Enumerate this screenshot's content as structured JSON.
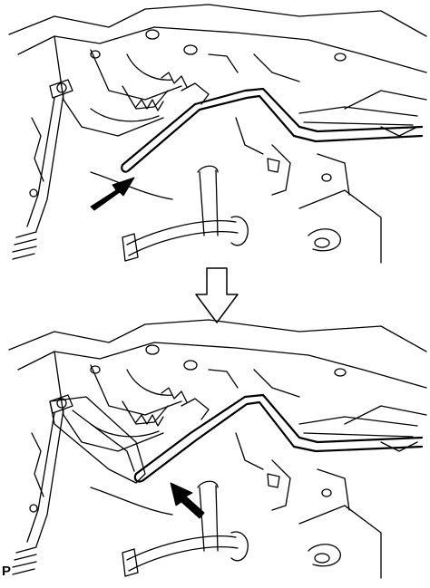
{
  "figure": {
    "code": "P",
    "panels": [
      {
        "id": "before",
        "state": "tool-inserted"
      },
      {
        "id": "after",
        "state": "tool-levered"
      }
    ],
    "transition_arrow": "down-arrow-outline",
    "push_arrow": "filled-arrow",
    "line_color": "#000000",
    "background": "#ffffff"
  }
}
